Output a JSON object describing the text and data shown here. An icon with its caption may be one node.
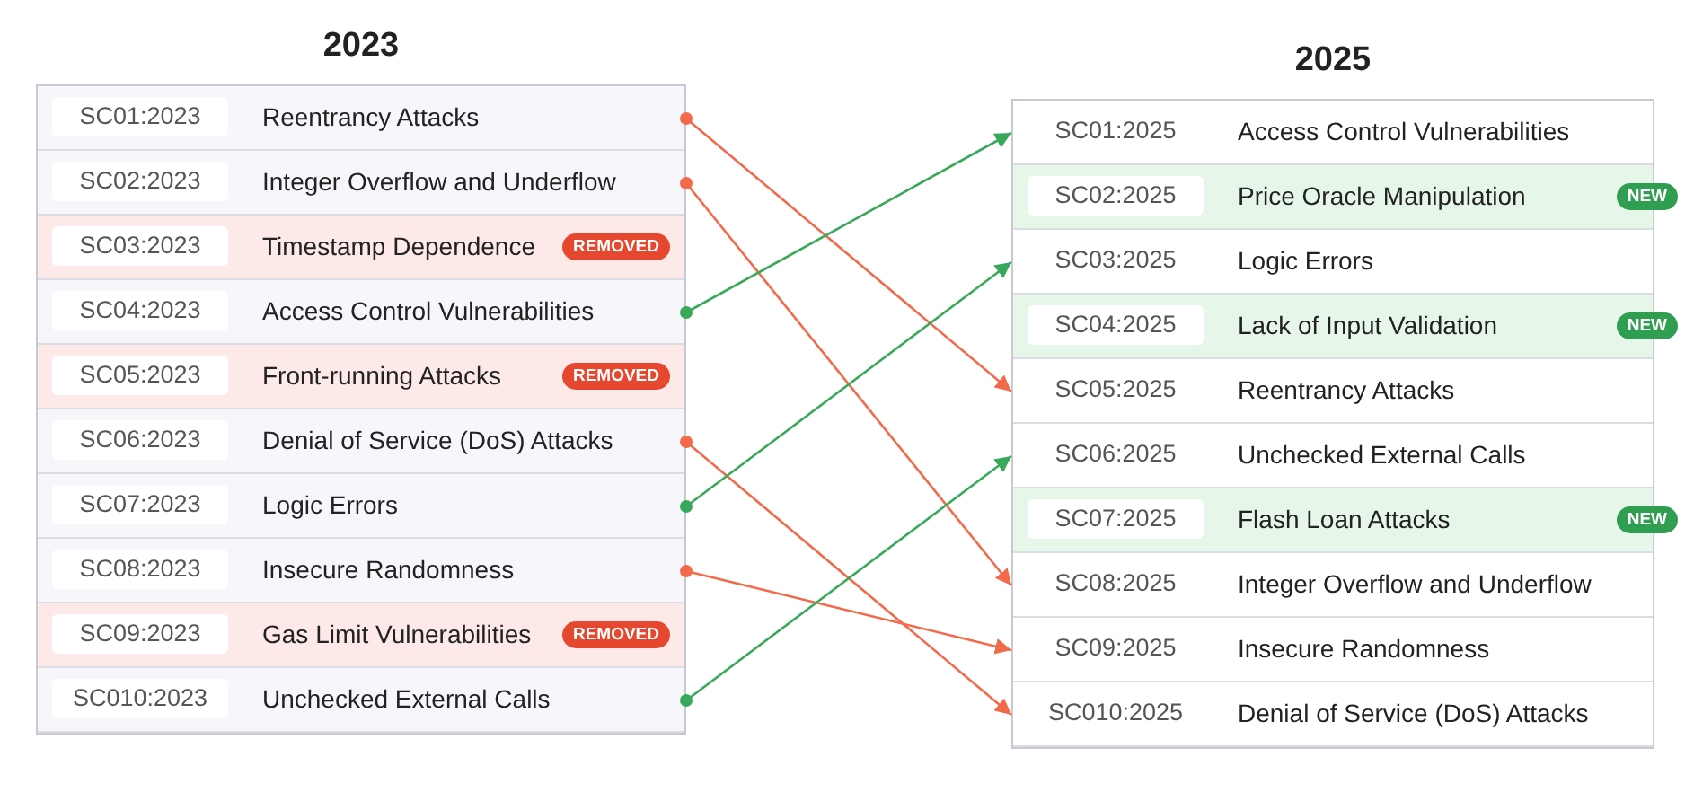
{
  "diagram": {
    "nodes": [
      {
        "text": [
          "2023"
        ]
      },
      {
        "text": [
          "SC01:2023",
          "Reentrancy Attacks"
        ],
        "in": 0
      },
      {
        "text": [
          "SC02:2023",
          "Integer Overflow and Underflow"
        ],
        "in": 0
      },
      {
        "text": [
          "SC03:2023",
          "Timestamp Dependence",
          "REMOVED"
        ],
        "in": 0
      },
      {
        "text": [
          "SC04:2023",
          "Access Control Vulnerabilities"
        ],
        "in": 0
      },
      {
        "text": [
          "SC05:2023",
          "Front-running Attacks",
          "REMOVED"
        ],
        "in": 0
      },
      {
        "text": [
          "SC06:2023",
          "Denial of Service (DoS) Attacks"
        ],
        "in": 0
      },
      {
        "text": [
          "SC07:2023",
          "Logic Errors"
        ],
        "in": 0
      },
      {
        "text": [
          "SC08:2023",
          "Insecure Randomness"
        ],
        "in": 0
      },
      {
        "text": [
          "SC09:2023",
          "Gas Limit Vulnerabilities",
          "REMOVED"
        ],
        "in": 0
      },
      {
        "text": [
          "SC010:2023",
          "Unchecked External Calls"
        ],
        "in": 0
      },
      {
        "text": [
          "2025"
        ]
      },
      {
        "text": [
          "SC01:2025",
          "Access Control Vulnerabilities"
        ],
        "in": 11
      },
      {
        "text": [
          "SC02:2025",
          "Price Oracle Manipulation",
          "NEW"
        ],
        "in": 11
      },
      {
        "text": [
          "SC03:2025",
          "Logic Errors"
        ],
        "in": 11
      },
      {
        "text": [
          "SC04:2025",
          "Lack of Input Validation",
          "NEW"
        ],
        "in": 11
      },
      {
        "text": [
          "SC05:2025",
          "Reentrancy Attacks"
        ],
        "in": 11
      },
      {
        "text": [
          "SC06:2025",
          "Unchecked External Calls"
        ],
        "in": 11
      },
      {
        "text": [
          "SC07:2025",
          "Flash Loan Attacks",
          "NEW"
        ],
        "in": 11
      },
      {
        "text": [
          "SC08:2025",
          "Integer Overflow and Underflow"
        ],
        "in": 11
      },
      {
        "text": [
          "SC09:2025",
          "Insecure Randomness"
        ],
        "in": 11
      },
      {
        "text": [
          "SC010:2025",
          "Denial of Service (DoS) Attacks"
        ],
        "in": 11
      }
    ],
    "edges": [
      {
        "from": 1,
        "to": 16,
        "arrow": "to"
      },
      {
        "from": 2,
        "to": 19,
        "arrow": "to"
      },
      {
        "from": 4,
        "to": 12,
        "arrow": "to",
        "color": "#3aa85a"
      },
      {
        "from": 6,
        "to": 21,
        "arrow": "to"
      },
      {
        "from": 7,
        "to": 14,
        "arrow": "to",
        "color": "#3aa85a"
      },
      {
        "from": 8,
        "to": 20,
        "arrow": "to"
      },
      {
        "from": 10,
        "to": 17,
        "arrow": "to",
        "color": "#3aa85a"
      }
    ]
  }
}
